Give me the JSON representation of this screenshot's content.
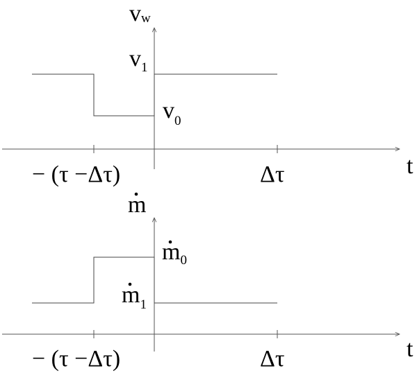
{
  "top_plot": {
    "y_axis_label": {
      "main": "v",
      "sub": "w"
    },
    "x_axis_label": "t",
    "high_level_label": {
      "main": "v",
      "sub": "1"
    },
    "low_level_label": {
      "main": "v",
      "sub": "0"
    },
    "tick_left_label": "− (τ −Δτ)",
    "tick_right_label": "Δτ"
  },
  "bottom_plot": {
    "y_axis_label": {
      "main": "m",
      "accent": "dot"
    },
    "x_axis_label": "t",
    "high_level_label": {
      "main": "m",
      "accent": "dot",
      "sub": "0"
    },
    "low_level_label": {
      "main": "m",
      "accent": "dot",
      "sub": "1"
    },
    "tick_left_label": "− (τ −Δτ)",
    "tick_right_label": "Δτ"
  }
}
